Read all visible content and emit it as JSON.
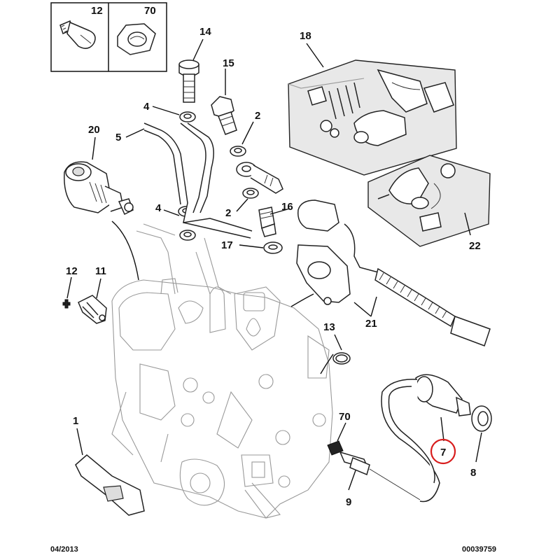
{
  "callouts": {
    "c1": "1",
    "c2a": "2",
    "c2b": "2",
    "c4a": "4",
    "c4b": "4",
    "c5": "5",
    "c7": "7",
    "c8": "8",
    "c9": "9",
    "c11": "11",
    "c12": "12",
    "c12box": "12",
    "c13": "13",
    "c14": "14",
    "c15": "15",
    "c16": "16",
    "c17": "17",
    "c18": "18",
    "c20": "20",
    "c21": "21",
    "c22": "22",
    "c70": "70",
    "c70box": "70"
  },
  "highlight": {
    "label": "7",
    "color": "#d81e1e"
  },
  "footer": {
    "date": "04/2013",
    "ref": "00039759"
  },
  "colors": {
    "line": "#111111",
    "ghost": "#999999",
    "kit_fill": "#e8e8e8",
    "highlight": "#d81e1e"
  }
}
